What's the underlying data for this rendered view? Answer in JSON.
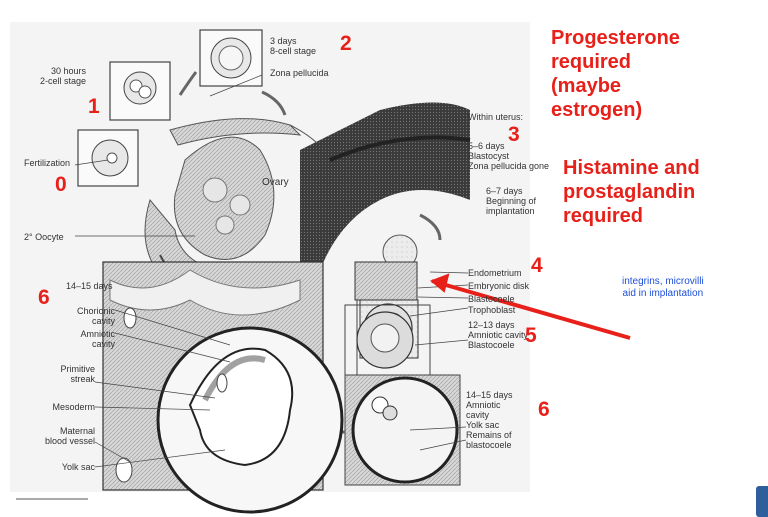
{
  "figure_labels": {
    "two_cell": "30 hours\n2-cell stage",
    "eight_cell": "3 days\n8-cell stage",
    "zona_pellucida": "Zona pellucida",
    "fertilization": "Fertilization",
    "ovary": "Ovary",
    "oocyte": "2° Oocyte",
    "within_uterus": "Within uterus:",
    "blastocyst": "5–6 days\nBlastocyst\nZona pellucida gone",
    "implantation": "6–7 days\nBeginning of\nimplantation",
    "endometrium": "Endometrium",
    "embryonic_disk": "Embryonic disk",
    "blastocoele": "Blastocoele",
    "trophoblast": "Trophoblast",
    "amniotic_12": "12–13 days\nAmniotic cavity\nBlastocoele",
    "day14_small": "14–15 days\nAmniotic\ncavity\nYolk sac\nRemains of\nblastocoele",
    "day14_large": "14–15 days",
    "chorionic": "Chorionic\ncavity",
    "amniotic": "Amniotic\ncavity",
    "primitive_streak": "Primitive\nstreak",
    "mesoderm": "Mesoderm",
    "maternal_vessel": "Maternal\nblood vessel",
    "yolk_sac": "Yolk sac"
  },
  "annotations": {
    "num_0": "0",
    "num_1": "1",
    "num_2": "2",
    "num_3": "3",
    "num_4": "4",
    "num_5": "5",
    "num_6a": "6",
    "num_6b": "6",
    "progesterone": "Progesterone\nrequired\n(maybe\nestrogen)",
    "histamine": "Histamine and\nprostaglandin\nrequired",
    "integrins": "integrins, microvilli\naid in implantation"
  },
  "colors": {
    "annotation_red": "#e8201a",
    "annotation_blue": "#1e4fd8"
  }
}
